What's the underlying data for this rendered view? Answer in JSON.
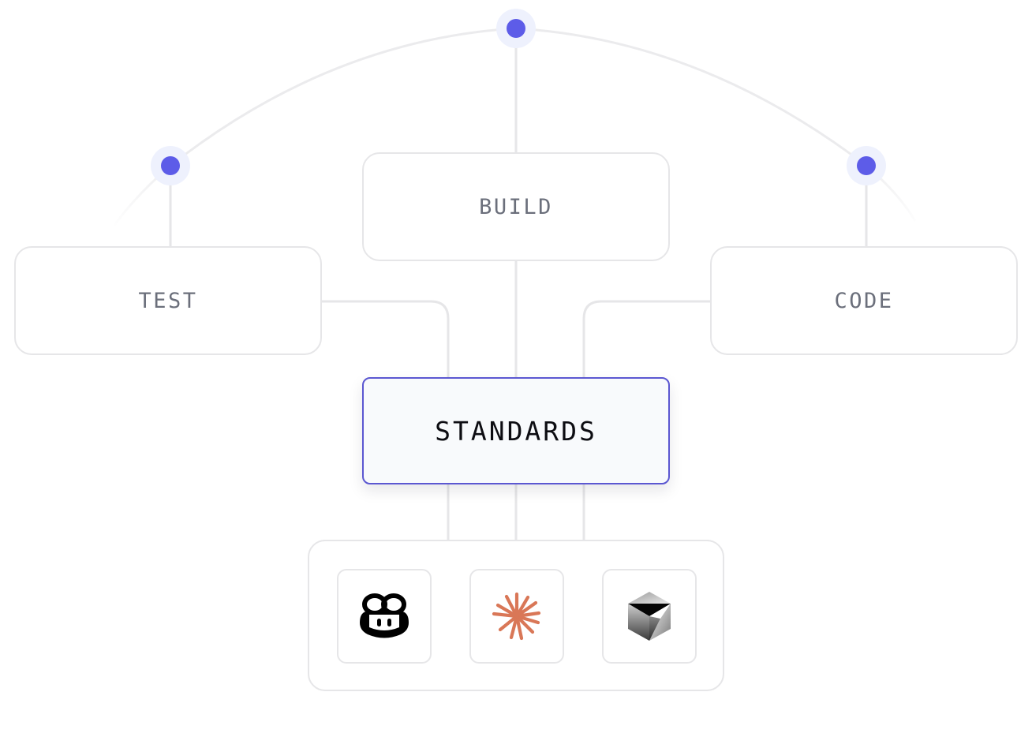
{
  "diagram": {
    "nodes": {
      "test": {
        "label": "TEST"
      },
      "build": {
        "label": "BUILD"
      },
      "code": {
        "label": "CODE"
      },
      "standards": {
        "label": "STANDARDS"
      }
    },
    "integrations": [
      {
        "name": "copilot",
        "icon": "copilot-icon",
        "color": "#000000"
      },
      {
        "name": "claude",
        "icon": "claude-asterisk-icon",
        "color": "#d97757"
      },
      {
        "name": "cursor",
        "icon": "cursor-cube-icon",
        "color": "#444444"
      }
    ],
    "colors": {
      "accent": "#5d5ce8",
      "accent_halo": "#eef1fd",
      "primary_border": "#5b57d1",
      "line": "#e6e6e8",
      "label_text": "#6b6f7b",
      "primary_text": "#0d0d12"
    }
  }
}
